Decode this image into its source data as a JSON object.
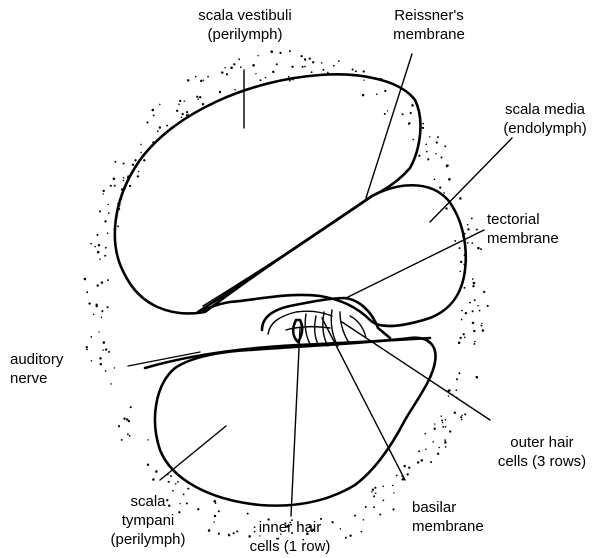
{
  "labels": {
    "scala_vestibuli": [
      "scala vestibuli",
      "(perilymph)"
    ],
    "reissners_membrane": [
      "Reissner's",
      "membrane"
    ],
    "scala_media": [
      "scala media",
      "(endolymph)"
    ],
    "tectorial_membrane": [
      "tectorial",
      "membrane"
    ],
    "auditory_nerve": [
      "auditory",
      "nerve"
    ],
    "outer_hair_cells": [
      "outer hair",
      "cells (3 rows)"
    ],
    "basilar_membrane": [
      "basilar",
      "membrane"
    ],
    "inner_hair_cells": [
      "inner hair",
      "cells (1 row)"
    ],
    "scala_tympani": [
      "scala",
      "tympani",
      "(perilymph)"
    ]
  }
}
